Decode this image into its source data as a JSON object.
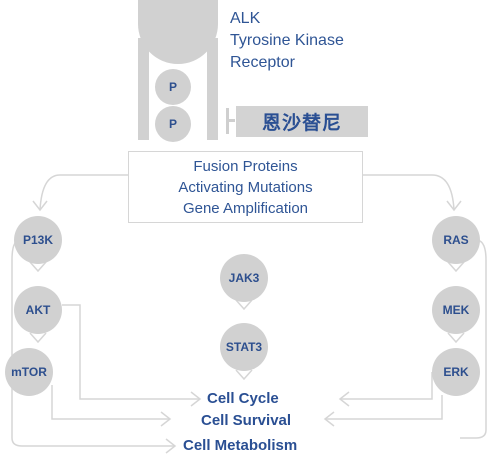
{
  "receptor": {
    "label_lines": [
      "ALK",
      "Tyrosine Kinase",
      "Receptor"
    ],
    "phospho_labels": [
      "P",
      "P"
    ]
  },
  "inhibitor": {
    "label": "恩沙替尼"
  },
  "alterations": {
    "lines": [
      "Fusion Proteins",
      "Activating Mutations",
      "Gene Amplification"
    ]
  },
  "pathways": {
    "left": [
      "P13K",
      "AKT",
      "mTOR"
    ],
    "center": [
      "JAK3",
      "STAT3"
    ],
    "right": [
      "RAS",
      "MEK",
      "ERK"
    ]
  },
  "outcomes": [
    "Cell Cycle",
    "Cell Survival",
    "Cell Metabolism"
  ],
  "colors": {
    "text_blue": "#2f5595",
    "node_gray": "#d1d1d1",
    "line_gray": "#d3d3d3"
  }
}
